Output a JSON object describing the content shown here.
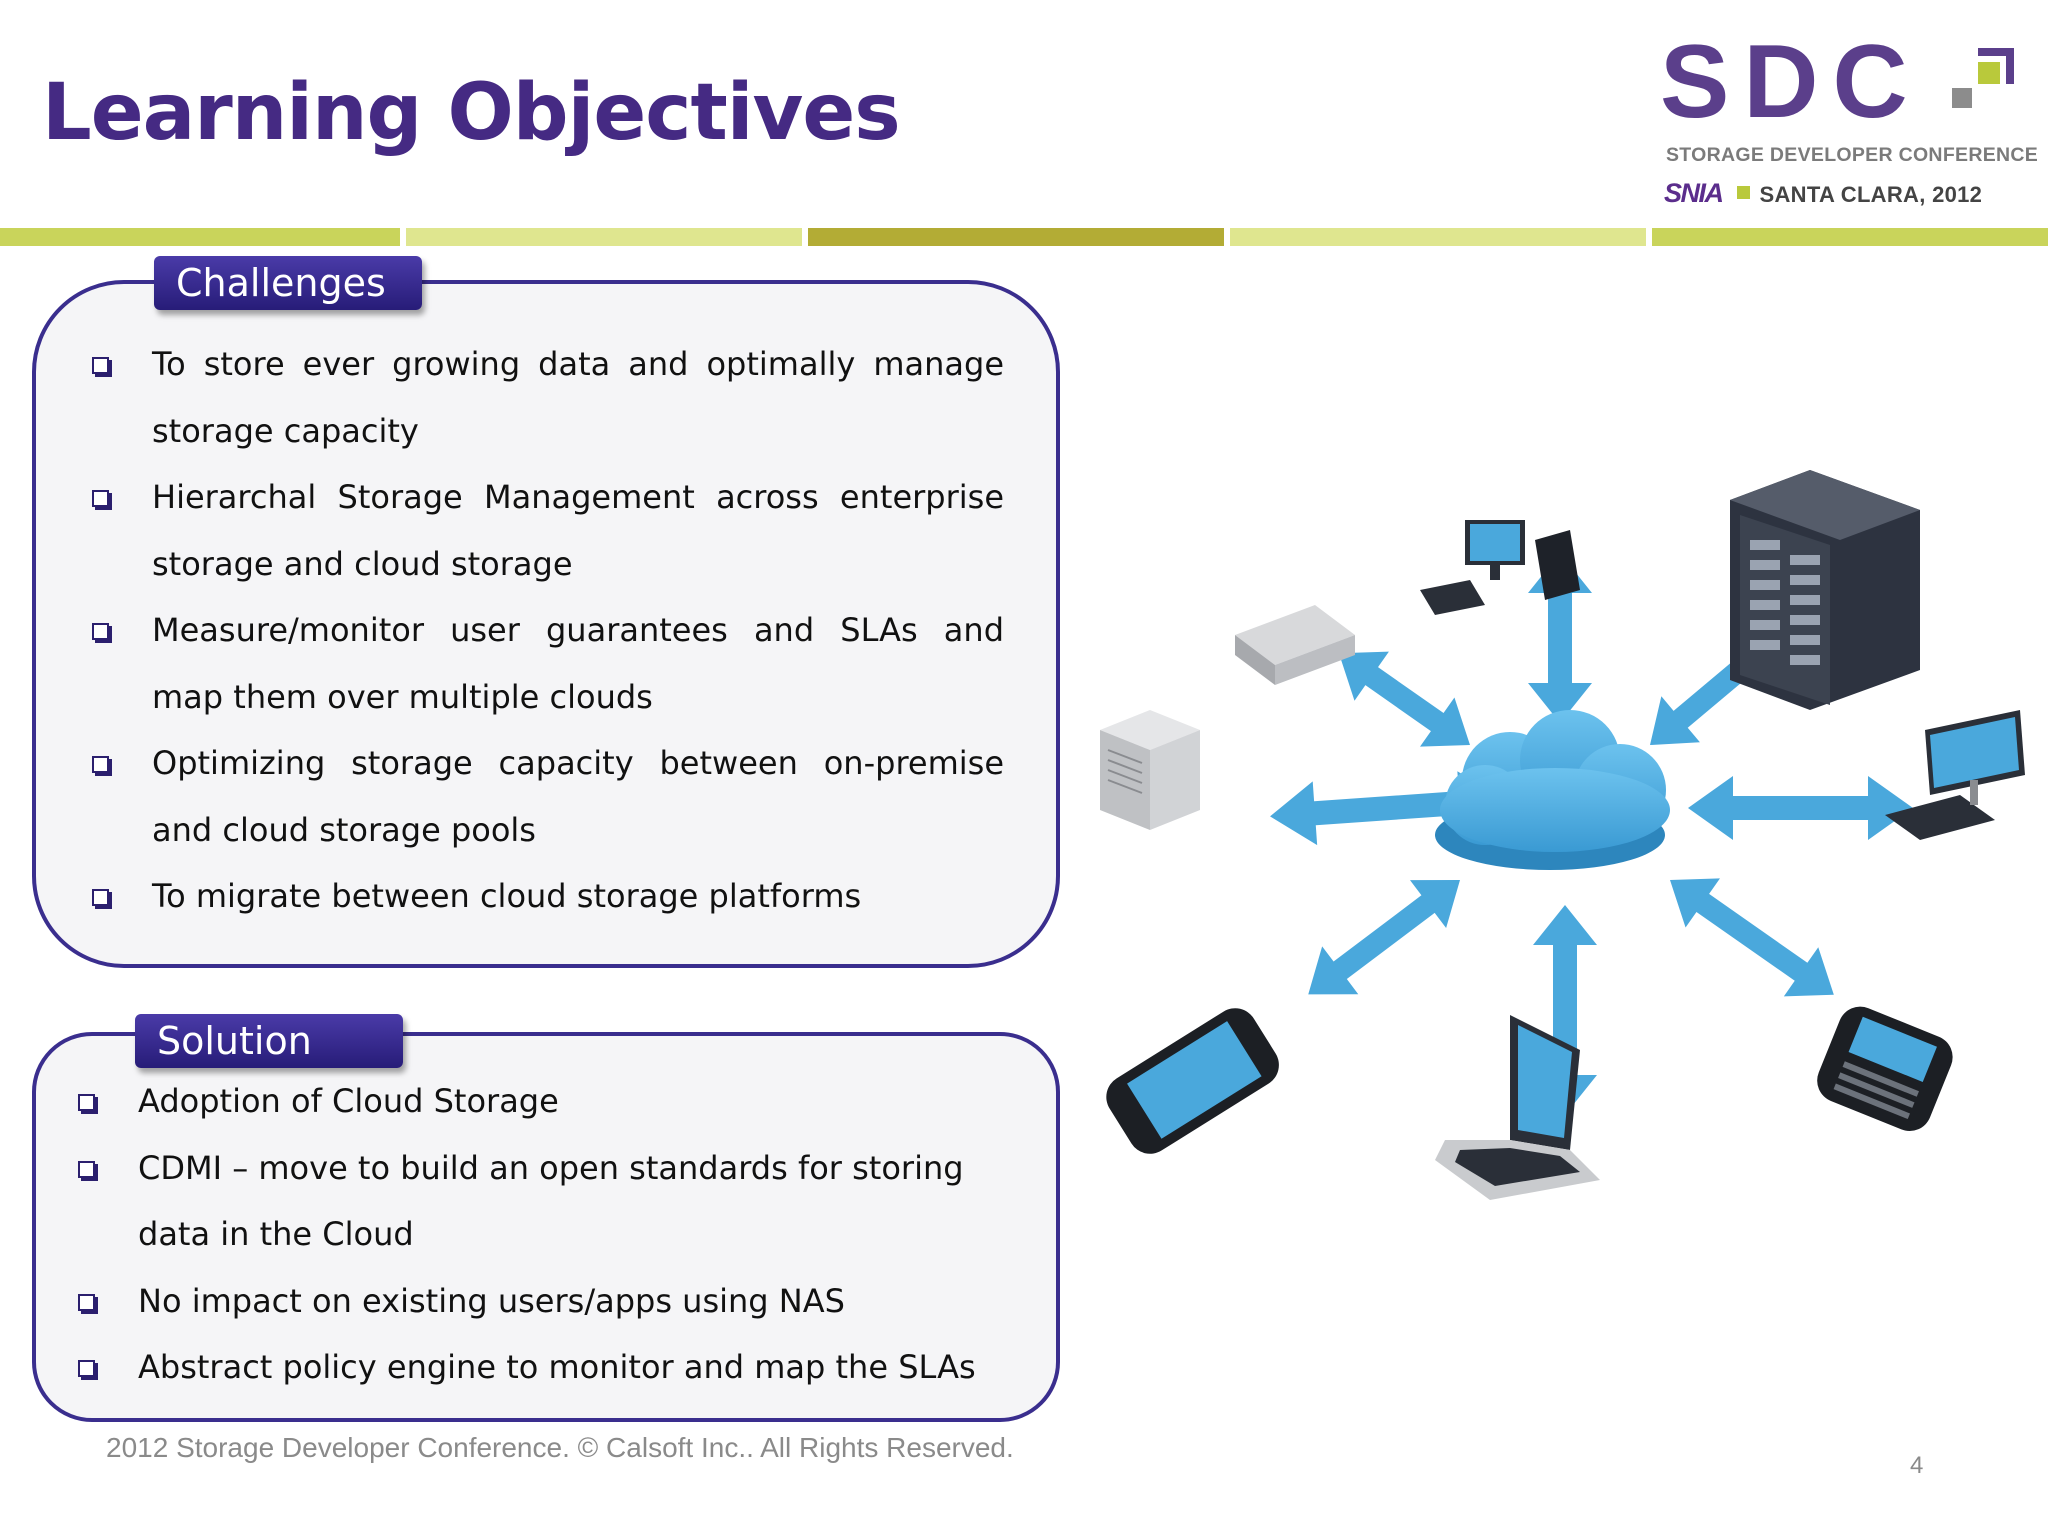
{
  "slide": {
    "title": "Learning Objectives",
    "page_number": "4",
    "footer": "2012 Storage Developer Conference. © Calsoft Inc..  All Rights Reserved."
  },
  "logo": {
    "acronym": "SDC",
    "subtitle": "STORAGE DEVELOPER CONFERENCE",
    "org": "SNIA",
    "location": "SANTA CLARA, 2012"
  },
  "colors": {
    "title": "#452a83",
    "box_border": "#3a2e8e",
    "stripe_light": "#d6e07a",
    "stripe_dark": "#b3ac35",
    "arrow": "#4aa8dc"
  },
  "challenges": {
    "heading": "Challenges",
    "items": [
      "To store ever growing data and optimally manage storage capacity",
      "Hierarchal Storage Management across enterprise storage and cloud storage",
      "Measure/monitor user guarantees and SLAs and map them over multiple clouds",
      "Optimizing storage capacity between on-premise and cloud storage pools",
      "To migrate between cloud storage platforms"
    ]
  },
  "solution": {
    "heading": "Solution",
    "items": [
      "Adoption of Cloud Storage",
      "CDMI – move to build an open standards for storing data in the Cloud",
      "No impact on existing users/apps using NAS",
      "Abstract policy engine to monitor and map the SLAs"
    ]
  },
  "illustration": {
    "icons": [
      "cloud-icon",
      "server-rack-icon",
      "desktop-pc-icon",
      "nas-box-icon",
      "tower-server-icon",
      "monitor-icon",
      "smartphone-icon",
      "laptop-icon",
      "blackberry-phone-icon"
    ]
  }
}
